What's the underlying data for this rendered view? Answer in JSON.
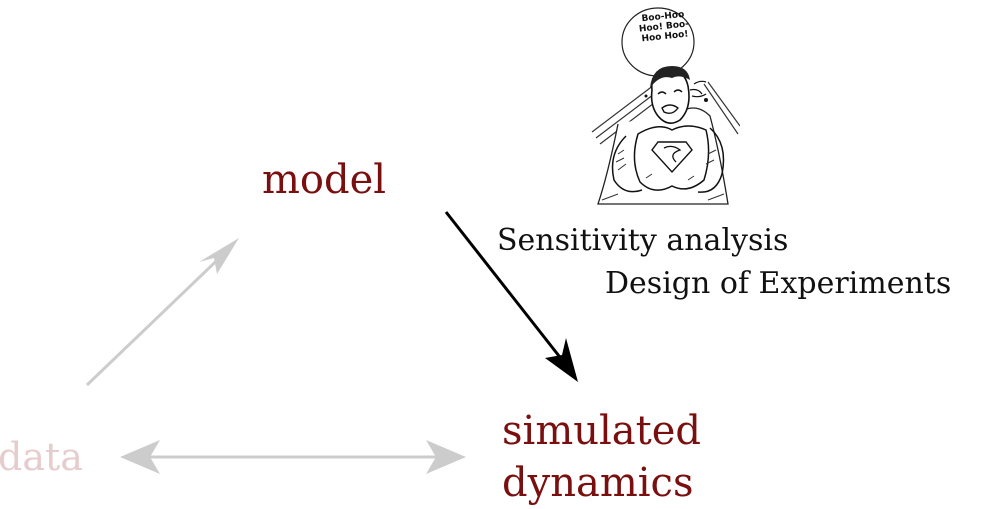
{
  "nodes": {
    "model": "model",
    "simulated": [
      "simulated",
      "dynamics"
    ],
    "data": "data"
  },
  "annotations": {
    "sensitivity": "Sensitivity analysis",
    "doe": "Design of Experiments"
  },
  "cartoon": {
    "speech": "Boo-Hoo Hoo! Boo-Hoo Hoo!"
  },
  "colors": {
    "node_active": "#7a0f0f",
    "node_faded": "#e6cccc",
    "arrow_active": "#000000",
    "arrow_faded": "#cccccc"
  }
}
